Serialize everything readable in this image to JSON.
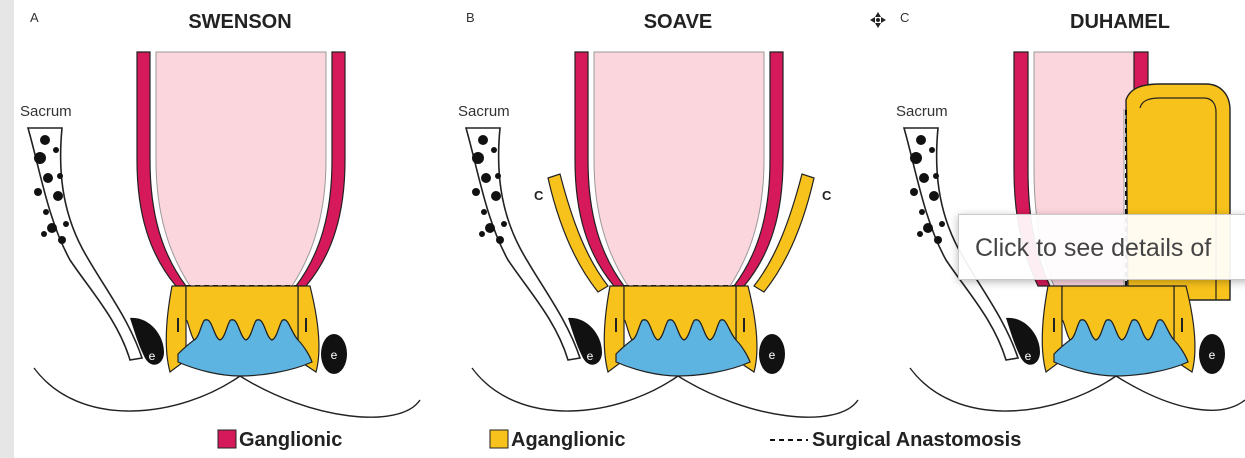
{
  "panels": [
    {
      "letter": "A",
      "title": "SWENSON",
      "sacrum": "Sacrum"
    },
    {
      "letter": "B",
      "title": "SOAVE",
      "sacrum": "Sacrum",
      "cuff_left": "C",
      "cuff_right": "C"
    },
    {
      "letter": "C",
      "title": "DUHAMEL",
      "sacrum": "Sacrum"
    }
  ],
  "legend": {
    "ganglionic": "Ganglionic",
    "aganglionic": "Aganglionic",
    "anastomosis": "Surgical Anastomosis"
  },
  "sphincter_label": "e",
  "tooltip": "Click to see details of",
  "colors": {
    "ganglionic": "#d6195a",
    "aganglionic": "#f8c21c",
    "lumen": "#fcd6dd",
    "mucosa_base": "#5eb4e0"
  },
  "icons": {
    "move": "move-cursor-icon"
  }
}
